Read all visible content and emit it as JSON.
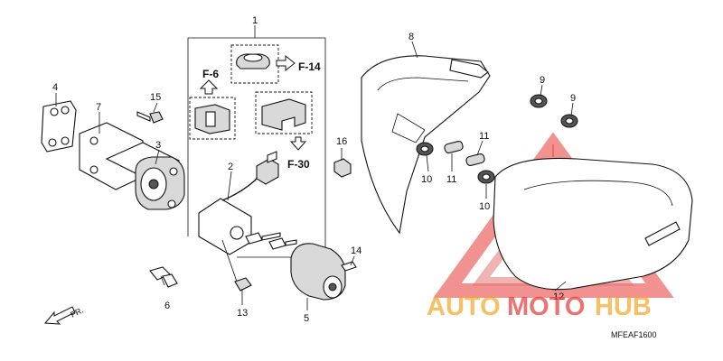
{
  "callouts": {
    "c1": "1",
    "c2": "2",
    "c3": "3",
    "c4": "4",
    "c5": "5",
    "c6": "6",
    "c7": "7",
    "c8": "8",
    "c9a": "9",
    "c9b": "9",
    "c10a": "10",
    "c10b": "10",
    "c11a": "11",
    "c11b": "11",
    "c12": "12",
    "c13": "13",
    "c14": "14",
    "c15": "15",
    "c16": "16"
  },
  "refs": {
    "f6": "F-6",
    "f14": "F-14",
    "f30": "F-30"
  },
  "direction": "FR.",
  "diagram_code": "MFEAF1600",
  "watermark": {
    "auto": "AUTO",
    "moto": "MOTO",
    "hub": "HUB",
    "orange": "#f5a623",
    "red": "#e53935"
  }
}
